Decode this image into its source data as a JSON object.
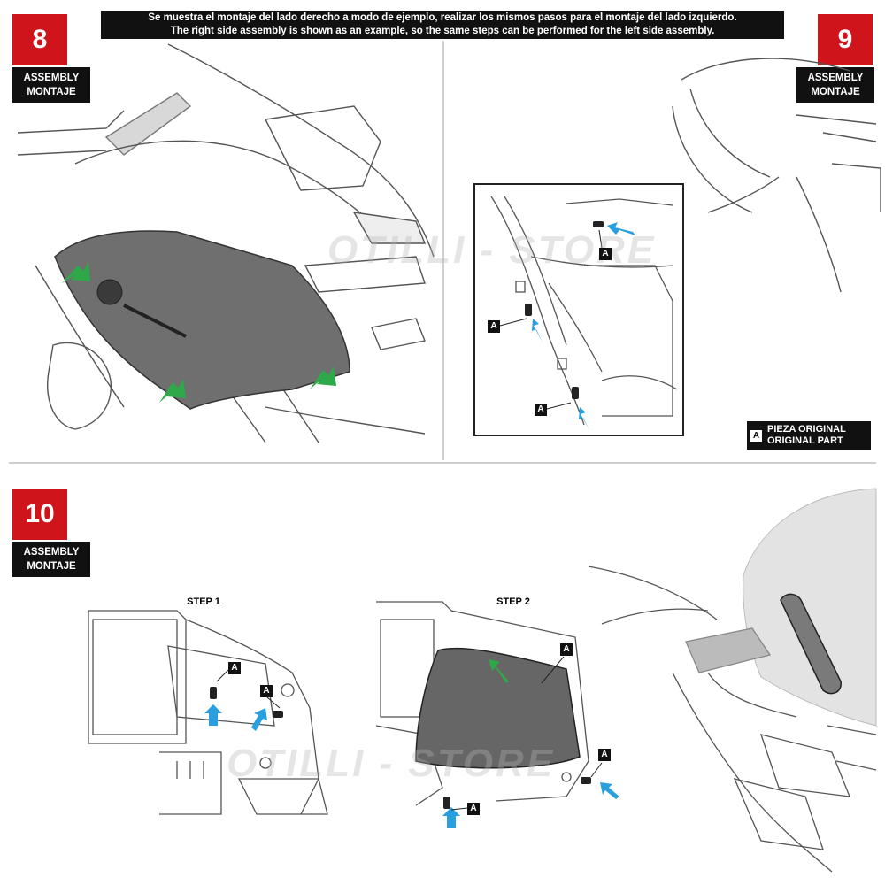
{
  "banner": {
    "line_es": "Se muestra el montaje del lado derecho a modo de ejemplo, realizar los mismos pasos para el montaje del lado izquierdo.",
    "line_en": "The right side assembly is shown as an example, so the same steps can be performed for the left side assembly."
  },
  "steps": [
    {
      "number": "8",
      "label_en": "ASSEMBLY",
      "label_es": "MONTAJE"
    },
    {
      "number": "9",
      "label_en": "ASSEMBLY",
      "label_es": "MONTAJE"
    },
    {
      "number": "10",
      "label_en": "ASSEMBLY",
      "label_es": "MONTAJE"
    }
  ],
  "substeps": {
    "step1": "STEP 1",
    "step2": "STEP 2"
  },
  "part_tag": "A",
  "legend": {
    "key": "A",
    "line_es": "PIEZA ORIGINAL",
    "line_en": "ORIGINAL PART"
  },
  "watermark": "OTILLI - STORE",
  "colors": {
    "step_red": "#d0141c",
    "label_black": "#111111",
    "arrow_blue": "#2a9fe0",
    "arrow_green": "#2fa84a"
  }
}
